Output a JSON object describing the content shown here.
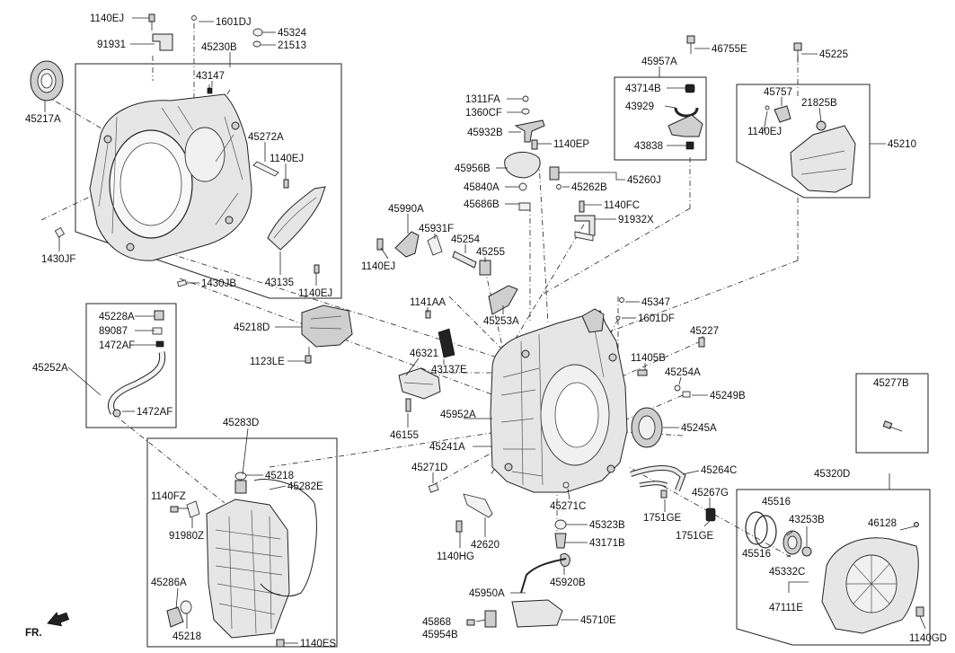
{
  "direction_marker": "FR.",
  "labels": {
    "l1140EJ_a": "1140EJ",
    "l1601DJ": "1601DJ",
    "l45324": "45324",
    "l91931": "91931",
    "l45230B": "45230B",
    "l21513": "21513",
    "l43147": "43147",
    "l45217A": "45217A",
    "l45272A": "45272A",
    "l1140EJ_b": "1140EJ",
    "l1430JF": "1430JF",
    "l43135": "43135",
    "l1140EJ_c": "1140EJ",
    "l1430JB": "1430JB",
    "l45228A": "45228A",
    "l89087": "89087",
    "l1472AF_a": "1472AF",
    "l45252A": "45252A",
    "l1472AF_b": "1472AF",
    "l45218D": "45218D",
    "l1123LE": "1123LE",
    "l45283D": "45283D",
    "l45218_a": "45218",
    "l45282E": "45282E",
    "l1140FZ": "1140FZ",
    "l91980Z": "91980Z",
    "l45286A": "45286A",
    "l45218_b": "45218",
    "l1140ES": "1140ES",
    "l1311FA": "1311FA",
    "l1360CF": "1360CF",
    "l45932B": "45932B",
    "l1140EP": "1140EP",
    "l45956B": "45956B",
    "l45840A": "45840A",
    "l45686B": "45686B",
    "l45260J": "45260J",
    "l45262B": "45262B",
    "l1140FC": "1140FC",
    "l91932X": "91932X",
    "l45990A": "45990A",
    "l45931F": "45931F",
    "l45254": "45254",
    "l45255": "45255",
    "l1140EJ_d": "1140EJ",
    "l45253A": "45253A",
    "l1141AA": "1141AA",
    "l46321": "46321",
    "l43137E": "43137E",
    "l46155": "46155",
    "l45952A": "45952A",
    "l45241A": "45241A",
    "l45271D": "45271D",
    "l45347": "45347",
    "l1601DF": "1601DF",
    "l45227": "45227",
    "l11405B": "11405B",
    "l45254A": "45254A",
    "l45249B": "45249B",
    "l45245A": "45245A",
    "l45264C": "45264C",
    "l45267G": "45267G",
    "l1751GE_a": "1751GE",
    "l1751GE_b": "1751GE",
    "l45271C": "45271C",
    "l45323B": "45323B",
    "l43171B": "43171B",
    "l42620": "42620",
    "l1140HG": "1140HG",
    "l45920B": "45920B",
    "l45950A": "45950A",
    "l45868": "45868",
    "l45954B": "45954B",
    "l45710E": "45710E",
    "l45957A": "45957A",
    "l46755E": "46755E",
    "l43714B": "43714B",
    "l43929": "43929",
    "l43838": "43838",
    "l45225": "45225",
    "l45757": "45757",
    "l21825B": "21825B",
    "l1140EJ_e": "1140EJ",
    "l45210": "45210",
    "l45277B": "45277B",
    "l45320D": "45320D",
    "l45516_a": "45516",
    "l45516_b": "45516",
    "l43253B": "43253B",
    "l46128": "46128",
    "l45332C": "45332C",
    "l47111E": "47111E",
    "l1140GD": "1140GD"
  }
}
